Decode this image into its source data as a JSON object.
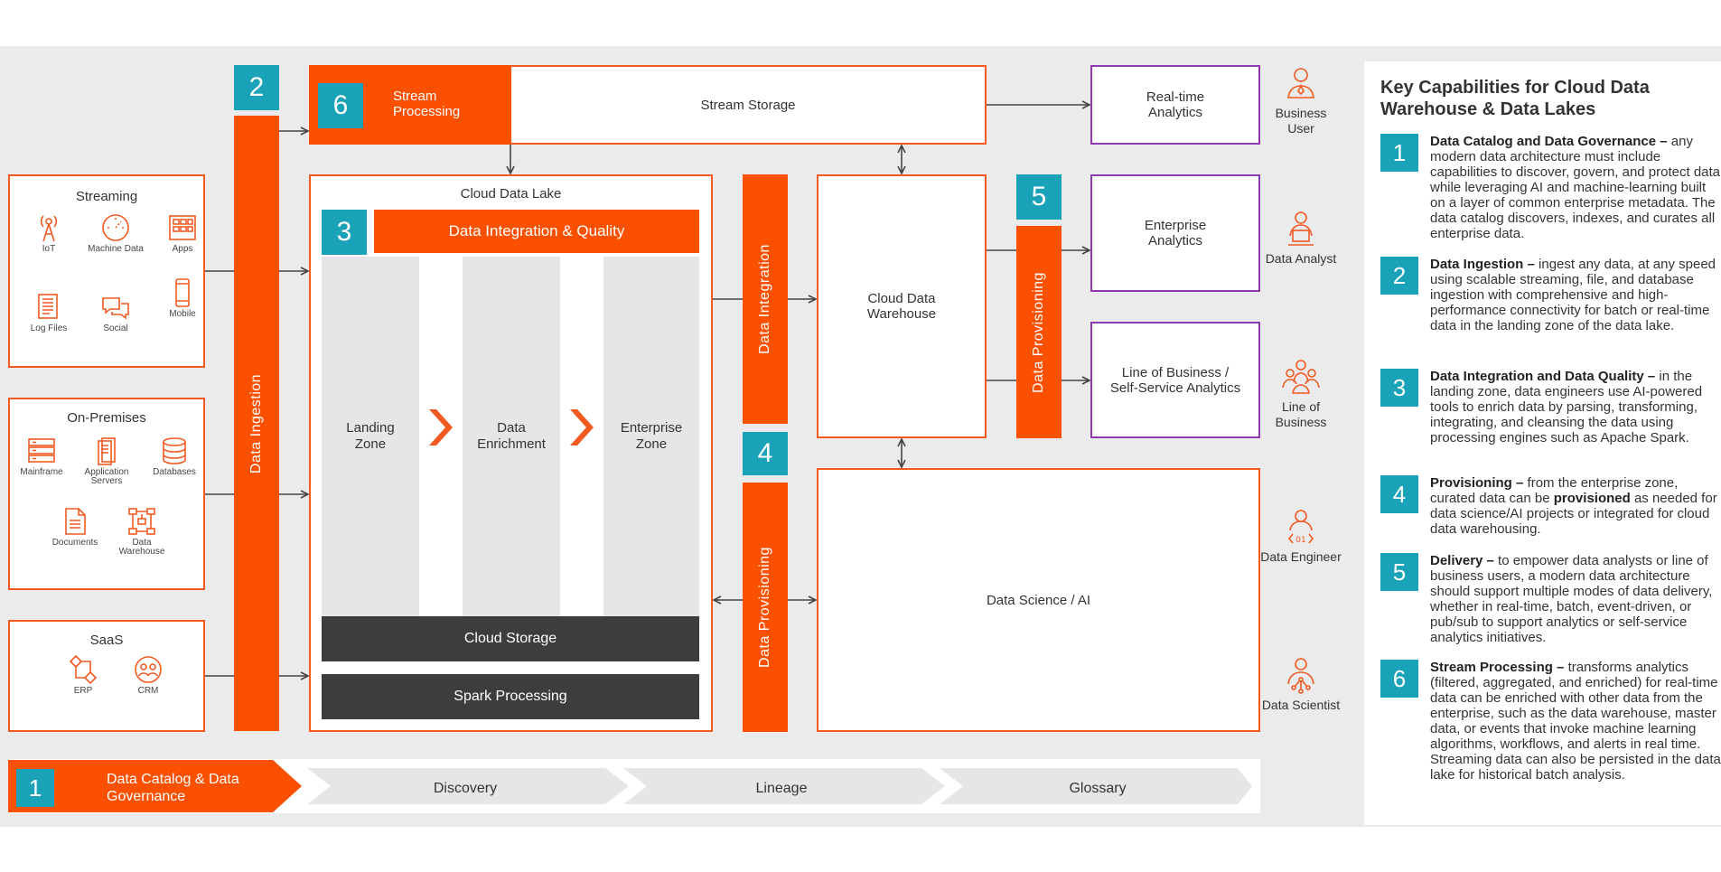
{
  "sources": {
    "streaming": {
      "title": "Streaming",
      "items": [
        "IoT",
        "Machine Data",
        "Apps",
        "Log Files",
        "Social",
        "Mobile"
      ]
    },
    "on_premises": {
      "title": "On-Premises",
      "items": [
        "Mainframe",
        "Application Servers",
        "Databases",
        "Documents",
        "Data Warehouse"
      ]
    },
    "saas": {
      "title": "SaaS",
      "items": [
        "ERP",
        "CRM"
      ]
    }
  },
  "badges": [
    "1",
    "2",
    "3",
    "4",
    "5",
    "6"
  ],
  "data_ingestion": "Data Ingestion",
  "stream": {
    "processing": "Stream Processing",
    "storage": "Stream Storage"
  },
  "lake": {
    "title": "Cloud Data Lake",
    "integration_bar": "Data Integration & Quality",
    "zones": [
      "Landing Zone",
      "Data Enrichment",
      "Enterprise Zone"
    ],
    "cloud_storage": "Cloud Storage",
    "spark": "Spark Processing"
  },
  "data_integration": "Data Integration",
  "data_provisioning": "Data Provisioning",
  "warehouse": "Cloud Data Warehouse",
  "science": "Data Science / AI",
  "outputs": [
    "Real-time Analytics",
    "Enterprise Analytics",
    "Line of Business / Self-Service Analytics"
  ],
  "personas": [
    "Business User",
    "Data Analyst",
    "Line of Business",
    "Data Engineer",
    "Data Scientist"
  ],
  "footer": {
    "catalog": "Data Catalog & Data Governance",
    "steps": [
      "Discovery",
      "Lineage",
      "Glossary"
    ]
  },
  "panel": {
    "title": "Key Capabilities for Cloud Data Warehouse & Data Lakes",
    "items": [
      {
        "num": "1",
        "head": "Data Catalog and Data Governance –",
        "body": " any modern data architecture must include capabilities to discover, govern, and protect data while leveraging AI and machine-learning built on a layer of common enterprise metadata. The data catalog discovers, indexes, and curates all enterprise data."
      },
      {
        "num": "2",
        "head": "Data Ingestion –",
        "body": " ingest any data, at any speed using scalable streaming, file, and database ingestion with comprehensive and high-performance connectivity for batch or real-time data in the landing zone of the data lake."
      },
      {
        "num": "3",
        "head": "Data Integration and Data Quality –",
        "body": " in the landing zone, data engineers use AI-powered tools to enrich data by parsing, transforming, integrating, and cleansing the data using processing engines such as Apache Spark."
      },
      {
        "num": "4",
        "head": "Provisioning –",
        "body_pre": " from the enterprise zone, curated data can be ",
        "bold": "provisioned",
        "body_post": " as needed for data science/AI projects or integrated for cloud data warehousing."
      },
      {
        "num": "5",
        "head": "Delivery –",
        "body": " to empower data analysts or line of business users, a modern data architecture should support multiple modes of data delivery, whether in real-time, batch, event-driven, or pub/sub to support analytics or self-service analytics initiatives."
      },
      {
        "num": "6",
        "head": "Stream Processing –",
        "body": " transforms analytics (filtered, aggregated, and enriched) for real-time data can be enriched with other data from the enterprise, such as the data warehouse, master data, or events that invoke machine learning algorithms, workflows, and alerts in real time. Streaming data can also be persisted in the data lake for historical batch analysis."
      }
    ]
  },
  "colors": {
    "orange": "#fa5000",
    "teal": "#1aa3b8",
    "purple": "#8e3ab3",
    "dark": "#3d3d3d"
  },
  "icons": [
    "iot-icon",
    "machine-data-icon",
    "apps-icon",
    "log-files-icon",
    "social-icon",
    "mobile-icon",
    "mainframe-icon",
    "application-servers-icon",
    "databases-icon",
    "documents-icon",
    "data-warehouse-icon",
    "erp-icon",
    "crm-icon",
    "chevron-right-icon",
    "person-icon"
  ]
}
